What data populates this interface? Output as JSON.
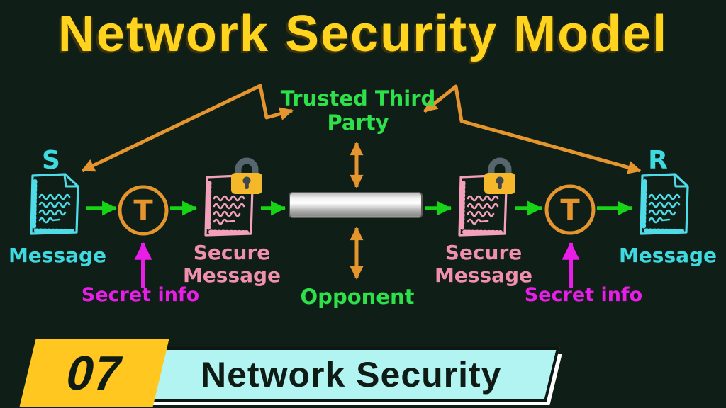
{
  "title": "Network Security Model",
  "diagram": {
    "trusted_line1": "Trusted Third",
    "trusted_line2": "Party",
    "opponent_label": "Opponent",
    "sender_label": "S",
    "receiver_label": "R",
    "message_label": "Message",
    "secure_line1": "Secure",
    "secure_line2": "Message",
    "secret_info_label": "Secret info",
    "transform_label": "T",
    "icons": {
      "message_document": "document-icon",
      "secure_message_document": "locked-document-icon",
      "padlock": "padlock-icon",
      "transformation": "t-circle-icon",
      "channel": "channel-bar",
      "trusted_link": "zigzag-double-arrow",
      "flow": "green-arrow",
      "secret_feed": "magenta-up-arrow"
    },
    "colors": {
      "background": "#0f1e16",
      "title_yellow": "#ffd41e",
      "arrow_green": "#17d417",
      "text_green": "#2ee04a",
      "cyan": "#3fd9e0",
      "pink": "#f08fae",
      "magenta": "#e81ee8",
      "orange": "#e5952e",
      "lock_gold": "#f4b82a",
      "lock_shackle": "#57666e",
      "channel_gray": "#c9c9c9",
      "banner_yellow": "#ffc71f",
      "banner_cyan": "#b2f4f2"
    }
  },
  "footer": {
    "episode_number": "07",
    "series_title": "Network Security"
  }
}
